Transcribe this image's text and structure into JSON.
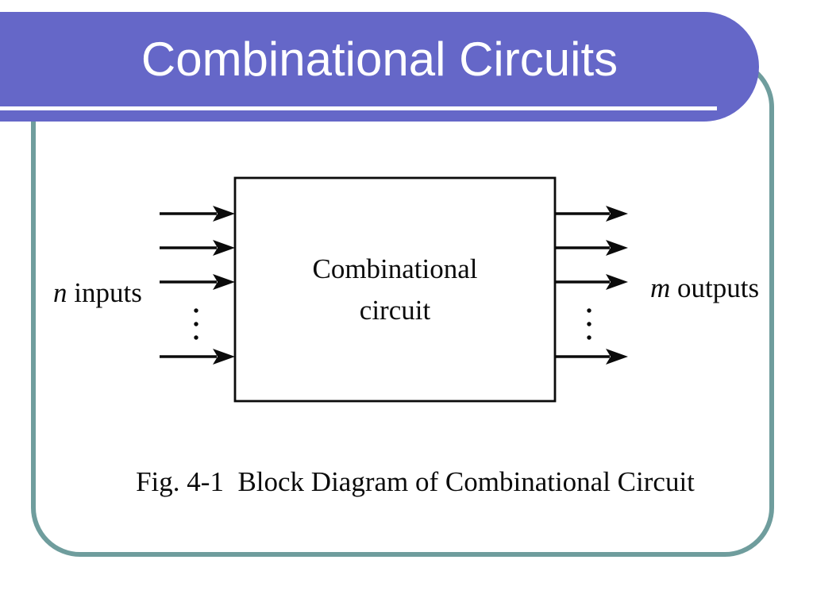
{
  "slide": {
    "title": "Combinational Circuits",
    "block": {
      "line1": "Combinational",
      "line2": "circuit"
    },
    "inputs": {
      "var": "n",
      "label": " inputs",
      "arrow_count": 4,
      "ellipsis": "vertical-dots"
    },
    "outputs": {
      "var": "m",
      "label": " outputs",
      "arrow_count": 4,
      "ellipsis": "vertical-dots"
    },
    "caption": "Fig. 4-1  Block Diagram of Combinational Circuit",
    "colors": {
      "banner": "#6567c8",
      "frame": "#6f9d9d",
      "ink": "#0b0b0b",
      "background": "#ffffff"
    }
  }
}
